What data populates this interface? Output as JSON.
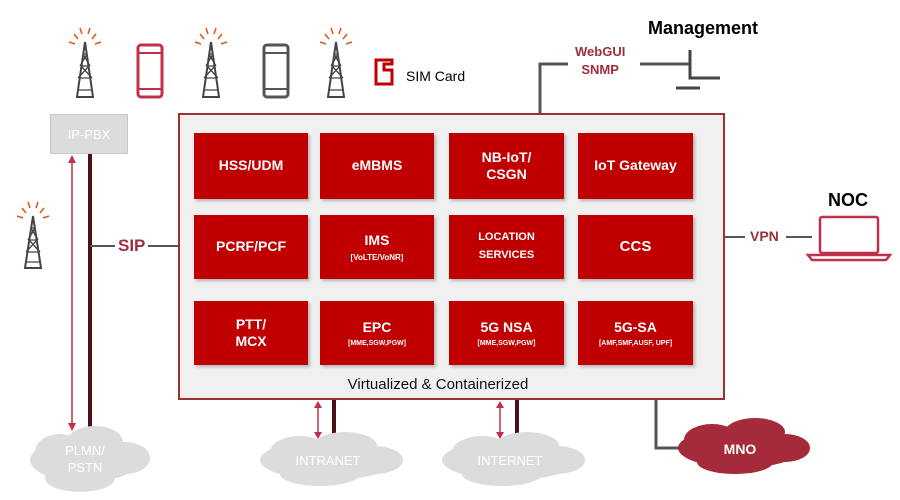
{
  "header": {
    "management": "Management",
    "noc": "NOC",
    "sim_card": "SIM Card",
    "webgui": "WebGUI",
    "snmp": "SNMP"
  },
  "ippbx": "IP-PBX",
  "links": {
    "sip": "SIP",
    "vpn": "VPN"
  },
  "core": {
    "caption": "Virtualized & Containerized",
    "modules": [
      {
        "main": "HSS/UDM",
        "sub": ""
      },
      {
        "main": "eMBMS",
        "sub": ""
      },
      {
        "main": "NB-IoT/",
        "main2": "CSGN",
        "sub": ""
      },
      {
        "main": "IoT Gateway",
        "sub": ""
      },
      {
        "main": "PCRF/PCF",
        "sub": ""
      },
      {
        "main": "IMS",
        "sub": "[VoLTE/VoNR]"
      },
      {
        "main": "LOCATION",
        "main2": "SERVICES",
        "sub": ""
      },
      {
        "main": "CCS",
        "sub": ""
      },
      {
        "main": "PTT/",
        "main2": "MCX",
        "sub": ""
      },
      {
        "main": "EPC",
        "sub": "[MME,SGW,PGW]"
      },
      {
        "main": "5G NSA",
        "sub": "[MME,SGW,PGW]"
      },
      {
        "main": "5G-SA",
        "sub": "[AMF,SMF,AUSF, UPF]"
      }
    ]
  },
  "clouds": {
    "plmn": "PLMN/",
    "pstn": "PSTN",
    "intranet": "INTRANET",
    "internet": "INTERNET",
    "mno": "MNO"
  },
  "colors": {
    "module_red": "#c00000",
    "link_label": "#9c2f3f",
    "core_border": "#a03030",
    "mno_cloud": "#a52a3a",
    "grey_cloud": "#dcdcdc",
    "line_dark": "#4a1018",
    "line_grey": "#555555"
  },
  "icons": [
    "antenna-icon",
    "phone-red-icon",
    "antenna-icon",
    "phone-grey-icon",
    "antenna-icon",
    "sim-card-icon",
    "laptop-icon",
    "terminal-icon",
    "antenna-icon"
  ]
}
